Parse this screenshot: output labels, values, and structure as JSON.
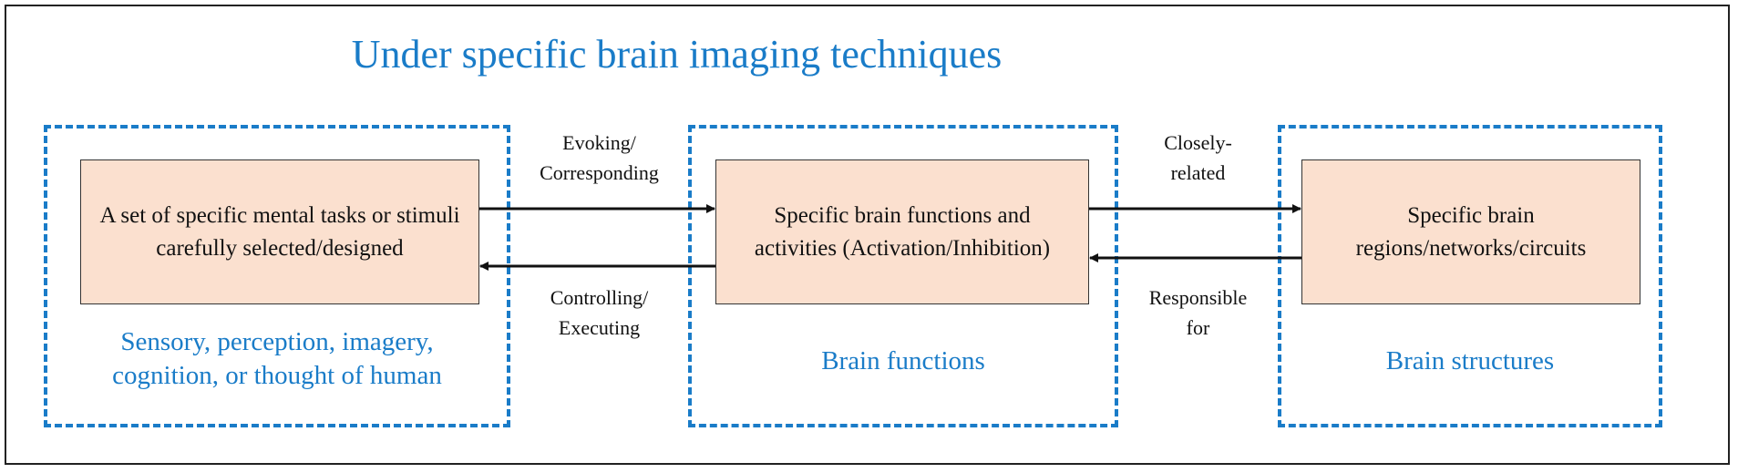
{
  "title": "Under specific brain imaging techniques",
  "groups": [
    {
      "label_line1": "Sensory, perception, imagery,",
      "label_line2": "cognition, or thought of human",
      "box_text": "A set of specific mental tasks or stimuli carefully selected/designed"
    },
    {
      "label_line1": "Brain functions",
      "box_text": "Specific brain functions and activities (Activation/Inhibition)"
    },
    {
      "label_line1": "Brain structures",
      "box_text": "Specific brain regions/networks/circuits"
    }
  ],
  "edges": {
    "evoking": {
      "line1": "Evoking/",
      "line2": "Corresponding"
    },
    "controlling": {
      "line1": "Controlling/",
      "line2": "Executing"
    },
    "closely": {
      "line1": "Closely-",
      "line2": "related"
    },
    "responsible": {
      "line1": "Responsible",
      "line2": "for"
    }
  },
  "colors": {
    "accent": "#1a7cc8",
    "box_fill": "#fbe0cf",
    "arrow": "#111111"
  }
}
